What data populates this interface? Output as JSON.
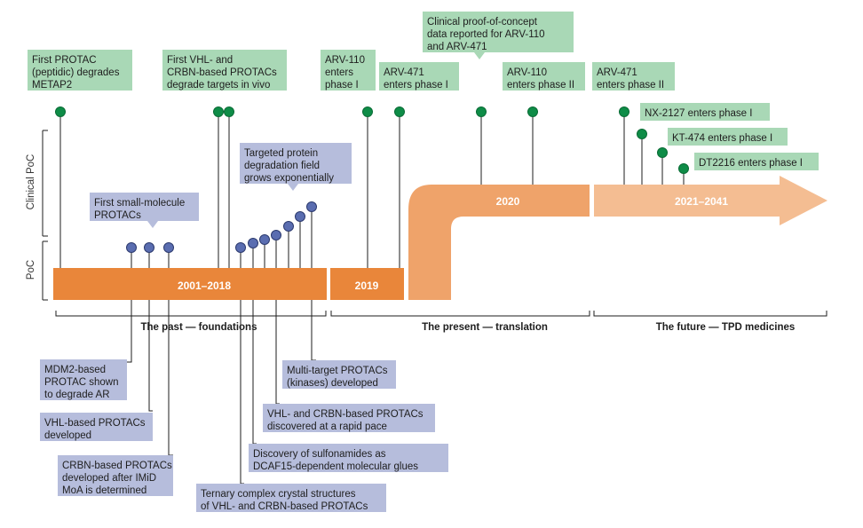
{
  "colors": {
    "green_box": "#a9d8b6",
    "green_dot": "#0e8c47",
    "blue_box": "#b6bddc",
    "blue_dot": "#5a6db0",
    "orange_dark": "#e9863a",
    "orange_mid": "#efa36a",
    "orange_light": "#f4bd92"
  },
  "axis": {
    "clinical_poc": "Clinical PoC",
    "poc": "PoC"
  },
  "periods": {
    "p1": "2001–2018",
    "p2": "2019",
    "p3": "2020",
    "p4": "2021–2041"
  },
  "eras": {
    "past": "The past — foundations",
    "present": "The present — translation",
    "future": "The future — TPD medicines"
  },
  "milestones": {
    "first_protac": [
      "First PROTAC",
      "(peptidic) degrades",
      "METAP2"
    ],
    "first_vhl_crbn": [
      "First VHL- and",
      "CRBN-based PROTACs",
      "degrade targets in vivo"
    ],
    "arv110_p1": [
      "ARV-110",
      "enters",
      "phase I"
    ],
    "arv471_p1": [
      "ARV-471",
      "enters phase I"
    ],
    "clinical_poc": [
      "Clinical proof-of-concept",
      "data reported for ARV-110",
      "and ARV-471"
    ],
    "arv110_p2": [
      "ARV-110",
      "enters phase II"
    ],
    "arv471_p2": [
      "ARV-471",
      "enters phase II"
    ],
    "nx2127": [
      "NX-2127 enters phase I"
    ],
    "kt474": [
      "KT-474 enters phase I"
    ],
    "dt2216": [
      "DT2216 enters phase I"
    ]
  },
  "foundations": {
    "first_small_molecule": [
      "First small-molecule",
      "PROTACs"
    ],
    "tpd_field": [
      "Targeted protein",
      "degradation field",
      "grows exponentially"
    ],
    "mdm2": [
      "MDM2-based",
      "PROTAC shown",
      "to degrade AR"
    ],
    "vhl_based": [
      "VHL-based PROTACs",
      "developed"
    ],
    "crbn_based": [
      "CRBN-based PROTACs",
      "developed after IMiD",
      "MoA is determined"
    ],
    "ternary": [
      "Ternary complex crystal structures",
      "of VHL- and CRBN-based PROTACs"
    ],
    "sulfonamides": [
      "Discovery of sulfonamides as",
      "DCAF15-dependent molecular glues"
    ],
    "rapid_pace": [
      "VHL- and CRBN-based PROTACs",
      "discovered at a rapid pace"
    ],
    "multi_target": [
      "Multi-target PROTACs",
      "(kinases) developed"
    ]
  }
}
